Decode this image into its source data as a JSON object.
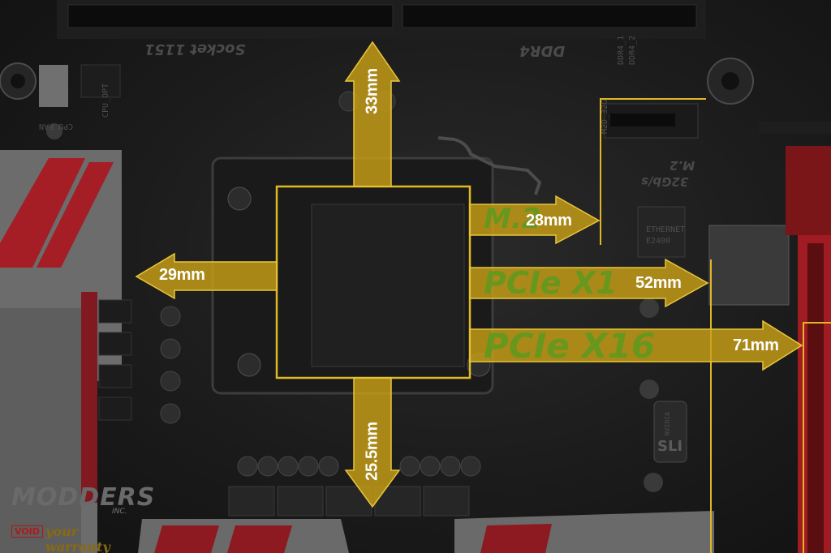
{
  "silkscreen": {
    "socket": "Socket 1151",
    "memory": "DDR4",
    "m2_code": "M2D_32G",
    "m2_speed": "32Gb/s",
    "m2_name": "M.2",
    "cpu_opt": "CPU_OPT",
    "cpu_fan": "CPU FAN",
    "ethernet": "ETHERNET",
    "ethernet_model": "E2400",
    "sli": "SLI",
    "nvidia": "NVIDIA",
    "dimm_labels": [
      "DDR4_1",
      "DDR4_2"
    ]
  },
  "slots": {
    "m2": "M.2",
    "pcie_x1": "PCIe X1",
    "pcie_x16": "PCIe X16"
  },
  "measurements": {
    "up": "33mm",
    "left": "29mm",
    "down": "25.5mm",
    "m2": "28mm",
    "pcie_x1": "52mm",
    "pcie_x16": "71mm"
  },
  "logo": {
    "main": "MODDERS",
    "inc": "INC.",
    "void": "VOID",
    "tagline": "your warranty"
  },
  "colors": {
    "arrow_fill": "#c8a017",
    "arrow_stroke": "#e8c63a",
    "outline": "#e0b824",
    "slot_red": "#c4242e",
    "slot_text": "#5d9a1e"
  }
}
